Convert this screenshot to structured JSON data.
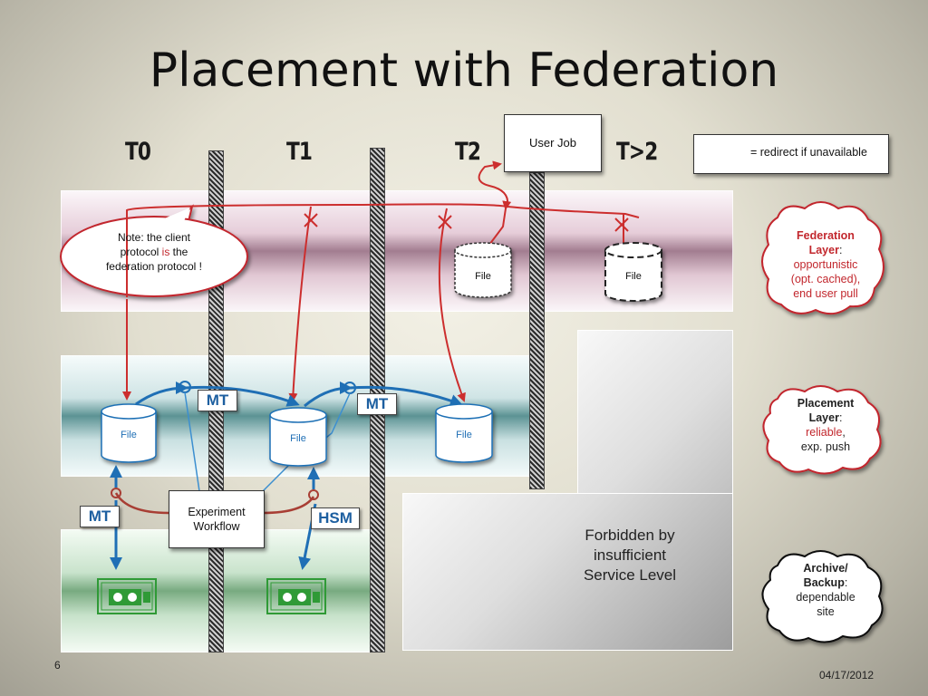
{
  "title": "Placement with Federation",
  "time_labels": [
    "T0",
    "T1",
    "T2",
    "T>2"
  ],
  "user_job": "User Job",
  "legend": {
    "text": "= redirect if unavailable",
    "symbol": "redirect-arrow-with-x"
  },
  "note": {
    "line1": "Note: the client",
    "line2_a": "protocol ",
    "line2_b": "is",
    "line2_c": " the",
    "line3": "federation protocol !"
  },
  "file_label": "File",
  "mt_label": "MT",
  "hsm_label": "HSM",
  "workflow": {
    "line1": "Experiment",
    "line2": "Workflow"
  },
  "forbidden": {
    "line1": "Forbidden by",
    "line2": "insufficient",
    "line3": "Service Level"
  },
  "layers": {
    "federation": {
      "name_line1": "Federation",
      "name_line2": "Layer",
      "desc1": "opportunistic",
      "desc2": "(opt. cached),",
      "desc3": "end user pull"
    },
    "placement": {
      "name_line1": "Placement",
      "name_line2": "Layer",
      "desc1": "reliable",
      "desc2": "exp. push"
    },
    "archive": {
      "name_line1": "Archive/",
      "name_line2": "Backup",
      "desc1": "dependable",
      "desc2": "site"
    }
  },
  "page_number": "6",
  "date": "04/17/2012",
  "colors": {
    "red_arrow": "#cc2e2e",
    "blue_arrow": "#1f6fb5",
    "green_tape": "#2f9a36",
    "brown_link": "#a83e34"
  }
}
